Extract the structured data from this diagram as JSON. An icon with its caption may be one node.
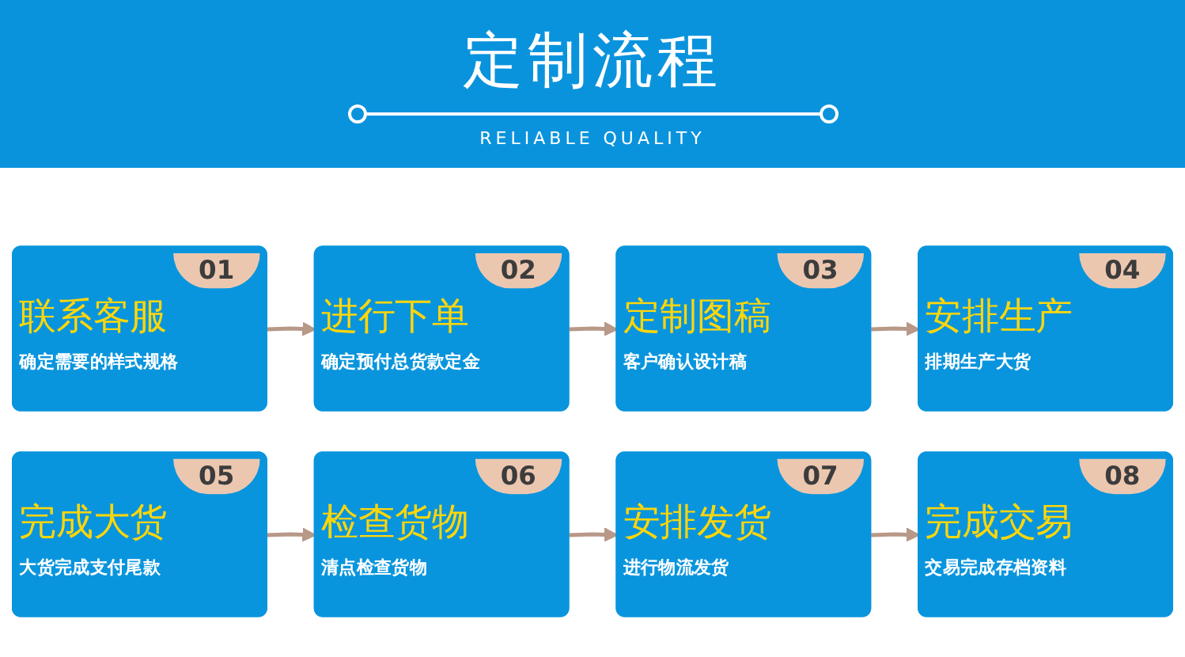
{
  "diagram": {
    "title": "定制流程",
    "nodes": [
      {
        "text": [
          "01",
          "联系客服",
          "确定需要的样式规格"
        ]
      },
      {
        "text": [
          "02",
          "进行下单",
          "确定预付总货款定金"
        ]
      },
      {
        "text": [
          "03",
          "定制图稿",
          "客户确认设计稿"
        ]
      },
      {
        "text": [
          "04",
          "安排生产",
          "排期生产大货"
        ]
      },
      {
        "text": [
          "05",
          "完成大货",
          "大货完成支付尾款"
        ]
      },
      {
        "text": [
          "06",
          "检查货物",
          "清点检查货物"
        ]
      },
      {
        "text": [
          "07",
          "安排发货",
          "进行物流发货"
        ]
      },
      {
        "text": [
          "08",
          "完成交易",
          "交易完成存档资料"
        ]
      }
    ],
    "edges": [
      {
        "from": 0,
        "to": 1,
        "arrow": "to"
      },
      {
        "from": 1,
        "to": 2,
        "arrow": "to"
      },
      {
        "from": 2,
        "to": 3,
        "arrow": "to"
      },
      {
        "from": 4,
        "to": 5,
        "arrow": "to"
      },
      {
        "from": 5,
        "to": 6,
        "arrow": "to"
      },
      {
        "from": 6,
        "to": 7,
        "arrow": "to"
      }
    ],
    "labels": [
      "RELIABLE QUALITY"
    ]
  }
}
